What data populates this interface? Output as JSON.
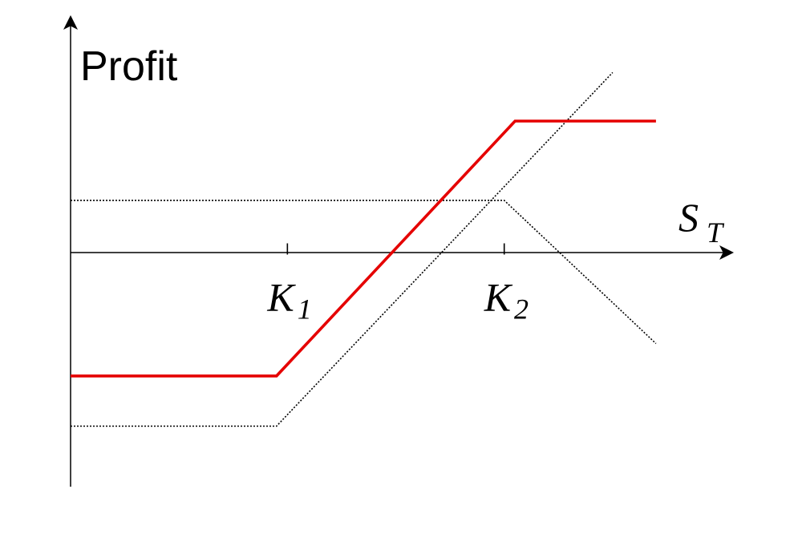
{
  "chart_data": {
    "type": "line",
    "ylabel": "Profit",
    "xlabel": {
      "main": "S",
      "sub": "T"
    },
    "x_ticks": [
      {
        "value": 1,
        "main": "K",
        "sub": "1"
      },
      {
        "value": 2,
        "main": "K",
        "sub": "2"
      }
    ],
    "series": [
      {
        "key": "combined",
        "points": [
          [
            0,
            -1.5
          ],
          [
            0.95,
            -1.5
          ],
          [
            2.05,
            1.65
          ],
          [
            2.7,
            1.65
          ]
        ]
      },
      {
        "key": "long_call",
        "points": [
          [
            0,
            -2.12
          ],
          [
            0.95,
            -2.12
          ],
          [
            2.5,
            2.25
          ]
        ]
      },
      {
        "key": "short_call",
        "points": [
          [
            0,
            0.67
          ],
          [
            2.0,
            0.67
          ],
          [
            2.7,
            -1.1
          ]
        ]
      }
    ],
    "xlim": [
      0,
      2.9
    ],
    "ylim": [
      -2.7,
      2.7
    ],
    "grid": false,
    "colors": {
      "combined": "#e50000",
      "reference": "#000000",
      "axis": "#000000"
    }
  }
}
